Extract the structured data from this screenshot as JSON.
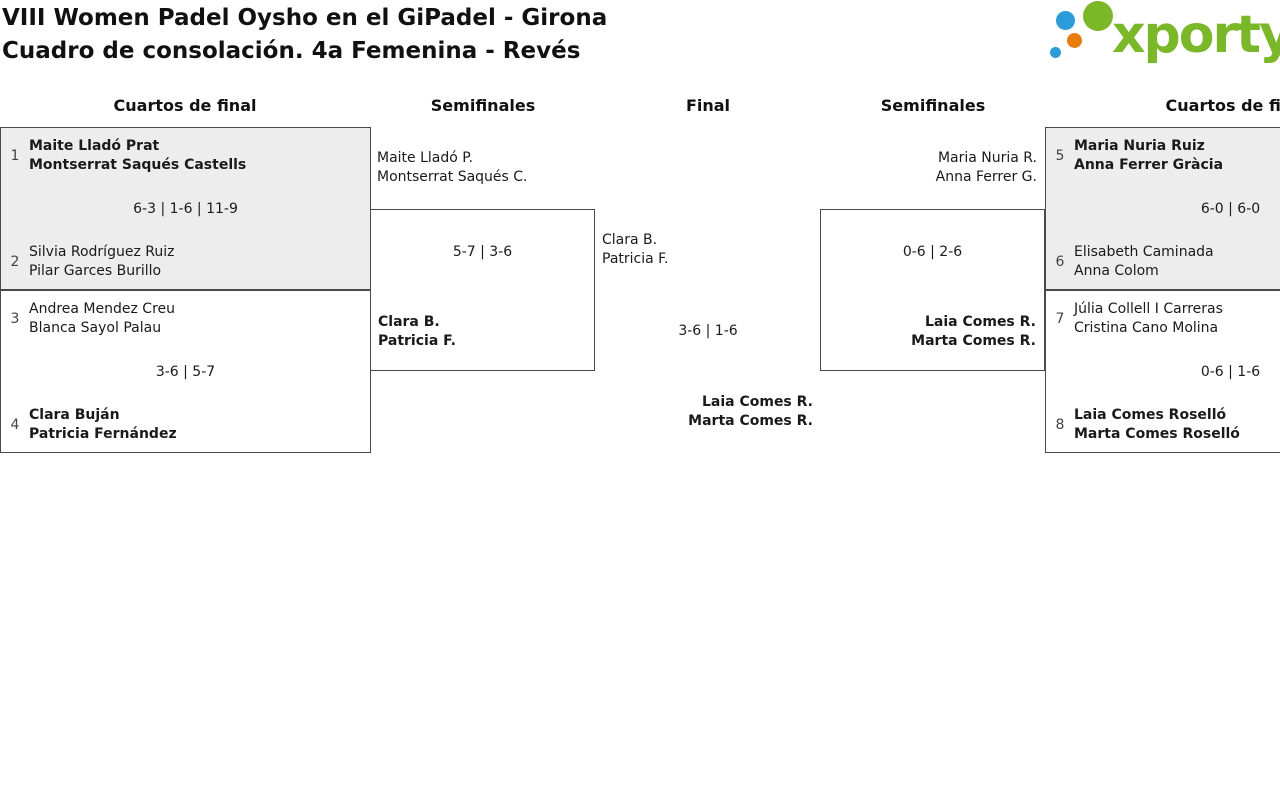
{
  "header": {
    "title_line1": "VIII Women Padel Oysho en el GiPadel - Girona",
    "title_line2": "Cuadro de consolación. 4a Femenina - Revés"
  },
  "logo": {
    "text": "xporty"
  },
  "rounds": {
    "r1": "Cuartos de final",
    "r2": "Semifinales",
    "r3": "Final",
    "r4": "Semifinales",
    "r5": "Cuartos de final"
  },
  "matches": {
    "qf1": {
      "seed_top": "1",
      "team_top": [
        "Maite Lladó Prat",
        "Montserrat Saqués Castells"
      ],
      "score": "6-3 | 1-6 | 11-9",
      "seed_bottom": "2",
      "team_bottom": [
        "Silvia Rodríguez Ruiz",
        "Pilar Garces Burillo"
      ]
    },
    "qf2": {
      "seed_top": "3",
      "team_top": [
        "Andrea Mendez Creu",
        "Blanca Sayol Palau"
      ],
      "score": "3-6 | 5-7",
      "seed_bottom": "4",
      "team_bottom": [
        "Clara Buján",
        "Patricia Fernández"
      ]
    },
    "sf1": {
      "team_top": [
        "Maite Lladó P.",
        "Montserrat Saqués C."
      ],
      "score": "5-7 | 3-6",
      "team_bottom": [
        "Clara B.",
        "Patricia F."
      ]
    },
    "final": {
      "team_top": [
        "Clara B.",
        "Patricia F."
      ],
      "score": "3-6 | 1-6",
      "team_bottom": [
        "Laia Comes R.",
        "Marta Comes R."
      ]
    },
    "sf2": {
      "team_top": [
        "Maria Nuria R.",
        "Anna Ferrer G."
      ],
      "score": "0-6 | 2-6",
      "team_bottom": [
        "Laia Comes R.",
        "Marta Comes R."
      ]
    },
    "qf3": {
      "seed_top": "5",
      "team_top": [
        "Maria Nuria Ruiz",
        "Anna Ferrer Gràcia"
      ],
      "score": "6-0 | 6-0",
      "seed_bottom": "6",
      "team_bottom": [
        "Elisabeth Caminada",
        "Anna Colom"
      ]
    },
    "qf4": {
      "seed_top": "7",
      "team_top": [
        "Júlia Collell I Carreras",
        "Cristina Cano Molina"
      ],
      "score": "0-6 | 1-6",
      "seed_bottom": "8",
      "team_bottom": [
        "Laia Comes Roselló",
        "Marta Comes Roselló"
      ]
    }
  },
  "colors": {
    "logo_green": "#7ab829",
    "logo_blue": "#2b9cd8",
    "logo_orange": "#e87d0e",
    "shaded_match_bg": "#ededed",
    "match_border": "#4a4a4a"
  }
}
